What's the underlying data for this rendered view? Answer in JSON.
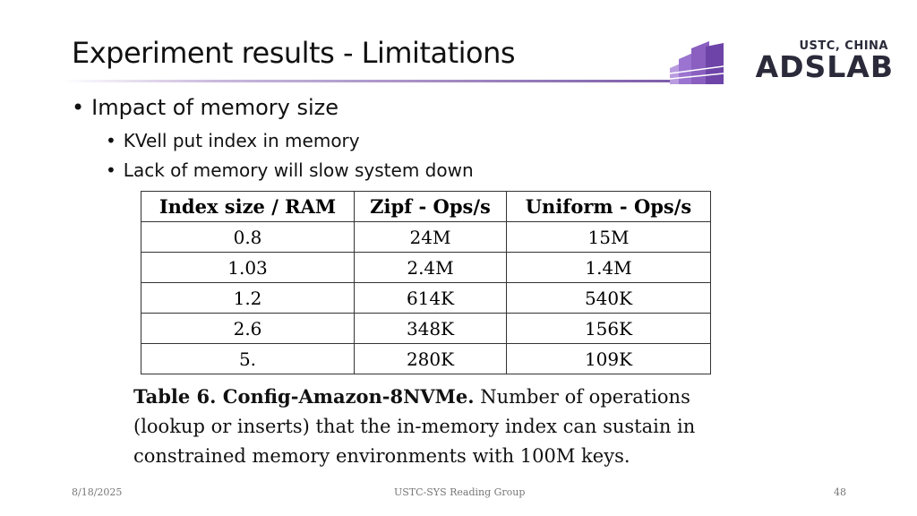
{
  "slide": {
    "title": "Experiment results - Limitations",
    "logo": {
      "subtitle": "USTC, CHINA",
      "main": "ADSLAB"
    },
    "bullets": {
      "main": "Impact of memory size",
      "sub": [
        "KVell put index in memory",
        "Lack of memory will slow system down"
      ]
    },
    "bullet_glyph": "•",
    "table": {
      "headers": [
        "Index size / RAM",
        "Zipf - Ops/s",
        "Uniform - Ops/s"
      ],
      "rows": [
        [
          "0.8",
          "24M",
          "15M"
        ],
        [
          "1.03",
          "2.4M",
          "1.4M"
        ],
        [
          "1.2",
          "614K",
          "540K"
        ],
        [
          "2.6",
          "348K",
          "156K"
        ],
        [
          "5.",
          "280K",
          "109K"
        ]
      ]
    },
    "caption": {
      "label": "Table 6. Config-Amazon-8NVMe.",
      "text": " Number of operations (lookup or inserts) that the in-memory index can sustain in constrained memory environments with 100M keys."
    },
    "footer": {
      "date": "8/18/2025",
      "center": "USTC-SYS Reading Group",
      "page": "48"
    },
    "colors": {
      "accent": "#7a5aa8",
      "logo_dark": "#2a2a3a",
      "logo_purple": "#8a5fc0"
    }
  }
}
